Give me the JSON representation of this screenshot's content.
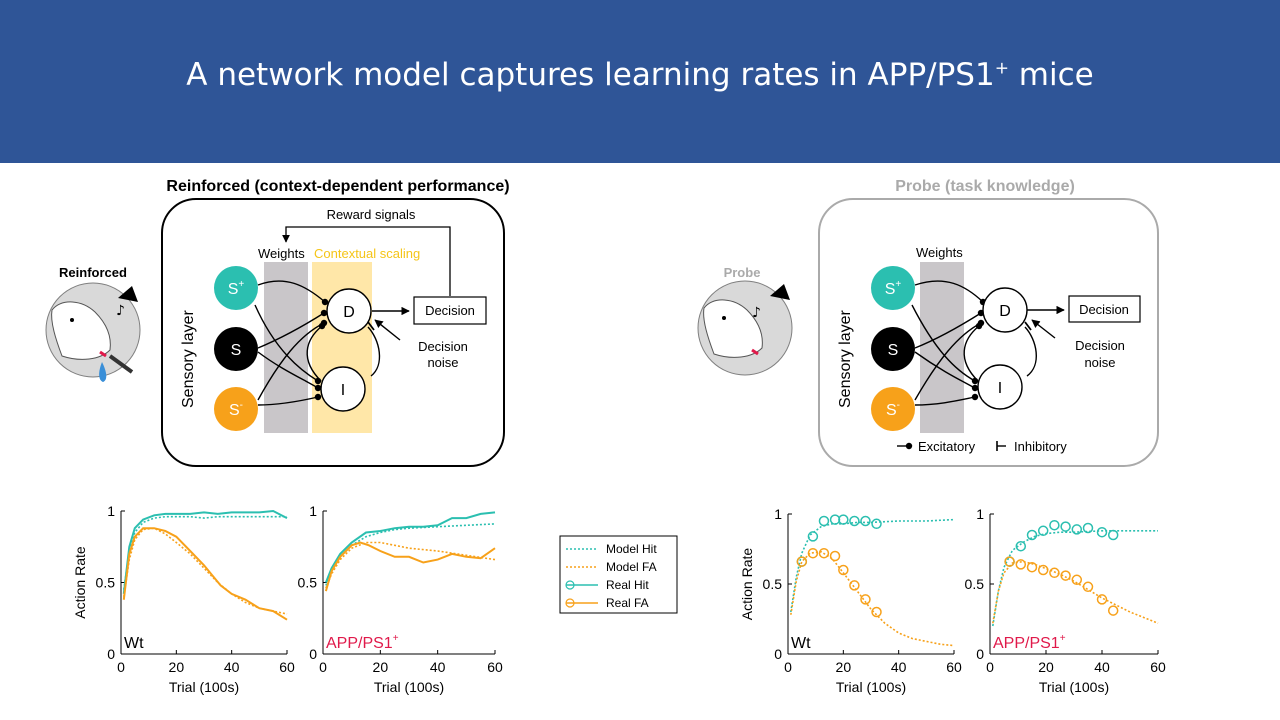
{
  "slide": {
    "title_main": "A network model captures learning rates in APP/PS1",
    "title_sup": "+",
    "title_tail": " mice"
  },
  "colors": {
    "banner": "#2f5597",
    "teal": "#2bbfb0",
    "orange": "#f7a11a",
    "gold": "#f5c518",
    "app_red": "#e0194a",
    "probe_gray": "#aaaaaa"
  },
  "reinforced": {
    "heading": "Reinforced (context-dependent performance)",
    "mouse_label": "Reinforced",
    "reward_signals": "Reward signals",
    "weights": "Weights",
    "contextual_scaling": "Contextual scaling",
    "sensory_layer": "Sensory layer",
    "s_plus": "S",
    "s_plus_sup": "+",
    "s": "S",
    "s_minus": "S",
    "s_minus_sup": "-",
    "d": "D",
    "i": "I",
    "decision": "Decision",
    "noise1": "Decision",
    "noise2": "noise"
  },
  "probe": {
    "heading": "Probe (task knowledge)",
    "mouse_label": "Probe",
    "weights": "Weights",
    "sensory_layer": "Sensory layer",
    "s_plus": "S",
    "s_plus_sup": "+",
    "s": "S",
    "s_minus": "S",
    "s_minus_sup": "-",
    "d": "D",
    "i": "I",
    "decision": "Decision",
    "noise1": "Decision",
    "noise2": "noise",
    "excitatory": "Excitatory",
    "inhibitory": "Inhibitory"
  },
  "legend": {
    "model_hit": "Model Hit",
    "model_fa": "Model FA",
    "real_hit": "Real Hit",
    "real_fa": "Real FA"
  },
  "axes_text": {
    "ylabel": "Action Rate",
    "xlabel": "Trial (100s)",
    "wt": "Wt",
    "app": "APP/PS1",
    "app_sup": "+",
    "x_ticks": [
      "0",
      "20",
      "40",
      "60"
    ],
    "y_ticks": [
      "0",
      "0.5",
      "1"
    ]
  },
  "chart_data": [
    {
      "type": "line",
      "panel": "Reinforced Wt",
      "xlabel": "Trial (100s)",
      "ylabel": "Action Rate",
      "xlim": [
        0,
        60
      ],
      "ylim": [
        0,
        1
      ],
      "series": [
        {
          "name": "Model Hit",
          "x": [
            1,
            3,
            5,
            8,
            12,
            16,
            20,
            25,
            30,
            35,
            40,
            45,
            50,
            55,
            60
          ],
          "values": [
            0.45,
            0.72,
            0.85,
            0.92,
            0.95,
            0.96,
            0.96,
            0.96,
            0.95,
            0.96,
            0.96,
            0.96,
            0.96,
            0.96,
            0.96
          ]
        },
        {
          "name": "Model FA",
          "x": [
            1,
            3,
            5,
            8,
            12,
            16,
            20,
            25,
            30,
            35,
            40,
            45,
            50,
            55,
            60
          ],
          "values": [
            0.4,
            0.66,
            0.8,
            0.87,
            0.88,
            0.84,
            0.78,
            0.7,
            0.6,
            0.5,
            0.42,
            0.36,
            0.32,
            0.3,
            0.28
          ]
        },
        {
          "name": "Real Hit",
          "x": [
            1,
            3,
            5,
            8,
            12,
            16,
            20,
            25,
            30,
            35,
            40,
            45,
            50,
            55,
            60
          ],
          "values": [
            0.42,
            0.75,
            0.88,
            0.94,
            0.97,
            0.98,
            0.98,
            0.98,
            0.99,
            0.98,
            0.99,
            0.99,
            0.99,
            1.0,
            0.95
          ]
        },
        {
          "name": "Real FA",
          "x": [
            1,
            3,
            5,
            8,
            12,
            16,
            20,
            25,
            30,
            33,
            36,
            40,
            45,
            50,
            55,
            60
          ],
          "values": [
            0.38,
            0.7,
            0.82,
            0.88,
            0.88,
            0.86,
            0.82,
            0.72,
            0.62,
            0.55,
            0.48,
            0.42,
            0.38,
            0.32,
            0.3,
            0.24
          ]
        }
      ]
    },
    {
      "type": "line",
      "panel": "Reinforced APP/PS1+",
      "xlabel": "Trial (100s)",
      "xlim": [
        0,
        60
      ],
      "ylim": [
        0,
        1
      ],
      "series": [
        {
          "name": "Model Hit",
          "x": [
            1,
            3,
            6,
            10,
            15,
            20,
            25,
            30,
            40,
            50,
            60
          ],
          "values": [
            0.48,
            0.58,
            0.68,
            0.76,
            0.82,
            0.85,
            0.87,
            0.88,
            0.89,
            0.9,
            0.91
          ]
        },
        {
          "name": "Model FA",
          "x": [
            1,
            3,
            6,
            10,
            15,
            20,
            25,
            30,
            40,
            50,
            60
          ],
          "values": [
            0.46,
            0.56,
            0.66,
            0.74,
            0.78,
            0.78,
            0.76,
            0.74,
            0.72,
            0.69,
            0.66
          ]
        },
        {
          "name": "Real Hit",
          "x": [
            1,
            3,
            6,
            10,
            15,
            20,
            25,
            30,
            35,
            40,
            45,
            50,
            55,
            60
          ],
          "values": [
            0.5,
            0.6,
            0.7,
            0.78,
            0.85,
            0.86,
            0.88,
            0.89,
            0.89,
            0.9,
            0.95,
            0.95,
            0.98,
            0.99
          ]
        },
        {
          "name": "Real FA",
          "x": [
            1,
            3,
            6,
            10,
            13,
            16,
            20,
            25,
            30,
            35,
            40,
            45,
            50,
            55,
            60
          ],
          "values": [
            0.44,
            0.58,
            0.68,
            0.76,
            0.78,
            0.76,
            0.72,
            0.68,
            0.68,
            0.64,
            0.66,
            0.7,
            0.68,
            0.67,
            0.74
          ]
        }
      ]
    },
    {
      "type": "line",
      "panel": "Probe Wt",
      "xlabel": "Trial (100s)",
      "ylabel": "Action Rate",
      "xlim": [
        0,
        60
      ],
      "ylim": [
        0,
        1
      ],
      "series": [
        {
          "name": "Model Hit",
          "x": [
            1,
            3,
            5,
            8,
            12,
            16,
            20,
            25,
            30,
            40,
            50,
            60
          ],
          "values": [
            0.3,
            0.55,
            0.72,
            0.85,
            0.91,
            0.93,
            0.93,
            0.94,
            0.94,
            0.95,
            0.95,
            0.96
          ]
        },
        {
          "name": "Model FA",
          "x": [
            1,
            3,
            5,
            8,
            12,
            16,
            20,
            25,
            30,
            35,
            40,
            45,
            50,
            55,
            60
          ],
          "values": [
            0.28,
            0.52,
            0.66,
            0.72,
            0.73,
            0.68,
            0.58,
            0.45,
            0.32,
            0.22,
            0.15,
            0.11,
            0.09,
            0.07,
            0.06
          ]
        },
        {
          "name": "Real Hit",
          "x": [
            5,
            9,
            13,
            17,
            20,
            24,
            28,
            32
          ],
          "values": [
            0.66,
            0.84,
            0.95,
            0.96,
            0.96,
            0.95,
            0.95,
            0.93
          ]
        },
        {
          "name": "Real FA",
          "x": [
            5,
            9,
            13,
            17,
            20,
            24,
            28,
            32
          ],
          "values": [
            0.66,
            0.72,
            0.72,
            0.7,
            0.6,
            0.49,
            0.39,
            0.3
          ]
        }
      ]
    },
    {
      "type": "line",
      "panel": "Probe APP/PS1+",
      "xlabel": "Trial (100s)",
      "xlim": [
        0,
        60
      ],
      "ylim": [
        0,
        1
      ],
      "series": [
        {
          "name": "Model Hit",
          "x": [
            1,
            3,
            5,
            8,
            12,
            16,
            20,
            25,
            30,
            40,
            50,
            60
          ],
          "values": [
            0.2,
            0.45,
            0.62,
            0.74,
            0.8,
            0.84,
            0.86,
            0.87,
            0.87,
            0.88,
            0.88,
            0.88
          ]
        },
        {
          "name": "Model FA",
          "x": [
            1,
            3,
            5,
            8,
            12,
            16,
            20,
            25,
            30,
            35,
            40,
            45,
            50,
            55,
            60
          ],
          "values": [
            0.22,
            0.45,
            0.58,
            0.65,
            0.66,
            0.64,
            0.61,
            0.57,
            0.52,
            0.46,
            0.4,
            0.35,
            0.3,
            0.26,
            0.22
          ]
        },
        {
          "name": "Real Hit",
          "x": [
            7,
            11,
            15,
            19,
            23,
            27,
            31,
            35,
            40,
            44
          ],
          "values": [
            0.66,
            0.77,
            0.85,
            0.88,
            0.92,
            0.91,
            0.89,
            0.9,
            0.87,
            0.85
          ]
        },
        {
          "name": "Real FA",
          "x": [
            7,
            11,
            15,
            19,
            23,
            27,
            31,
            35,
            40,
            44
          ],
          "values": [
            0.66,
            0.64,
            0.62,
            0.6,
            0.58,
            0.56,
            0.53,
            0.48,
            0.39,
            0.31
          ]
        }
      ]
    }
  ]
}
